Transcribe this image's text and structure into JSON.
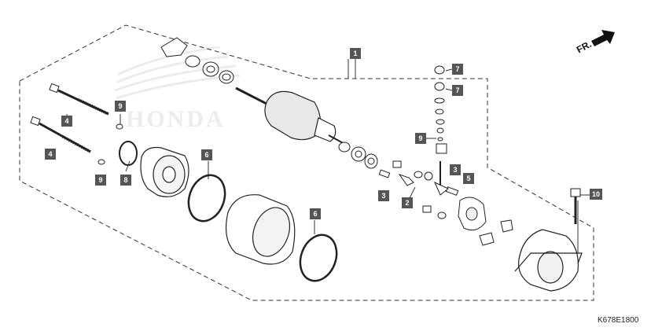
{
  "diagram": {
    "watermark_text": "HONDA",
    "direction_label": "FR.",
    "diagram_code": "K678E1800",
    "callout_color": "#555555",
    "callouts": [
      {
        "id": "c1",
        "text": "1"
      },
      {
        "id": "c2",
        "text": "2"
      },
      {
        "id": "c3a",
        "text": "3"
      },
      {
        "id": "c3b",
        "text": "3"
      },
      {
        "id": "c4a",
        "text": "4"
      },
      {
        "id": "c4b",
        "text": "4"
      },
      {
        "id": "c5",
        "text": "5"
      },
      {
        "id": "c6a",
        "text": "6"
      },
      {
        "id": "c6b",
        "text": "6"
      },
      {
        "id": "c7a",
        "text": "7"
      },
      {
        "id": "c7b",
        "text": "7"
      },
      {
        "id": "c8",
        "text": "8"
      },
      {
        "id": "c9a",
        "text": "9"
      },
      {
        "id": "c9b",
        "text": "9"
      },
      {
        "id": "c9c",
        "text": "9"
      },
      {
        "id": "c10",
        "text": "10"
      }
    ]
  }
}
